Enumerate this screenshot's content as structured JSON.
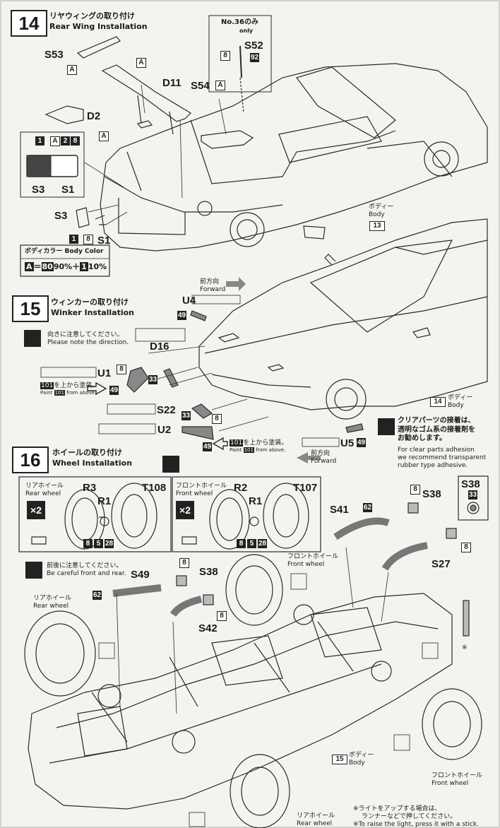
{
  "step14": {
    "number": "14",
    "title_jp": "リヤウィングの取り付け",
    "title_en": "Rear Wing Installation",
    "no36_label": "No.36のみ",
    "no36_only": "only",
    "parts": {
      "s53": "S53",
      "d11": "D11",
      "s54": "S54",
      "s52": "S52",
      "d2": "D2",
      "s3": "S3",
      "s1": "S1",
      "s3b": "S3",
      "s1b": "S1"
    },
    "badges": {
      "a1": "A",
      "a2": "A",
      "a3": "A",
      "a4": "A",
      "b8a": "8",
      "b92": "92",
      "b1": "1",
      "bA": "A",
      "b2": "2",
      "b8": "8",
      "b1b": "1",
      "b8b": "8",
      "b13": "13"
    },
    "body_jp": "ボディー",
    "body_en": "Body",
    "color_title": "ボディカラー  Body Color",
    "color_formula_a": "A",
    "color_eq": "＝",
    "color_80": "80",
    "color_90": "90%＋",
    "color_1": "1",
    "color_10": "10%"
  },
  "step15": {
    "number": "15",
    "title_jp": "ウィンカーの取り付け",
    "title_en": "Winker Installation",
    "forward_jp": "前方向",
    "forward_en": "Forward",
    "note_jp": "向きに注意してください。",
    "note_en": "Please note the direction.",
    "parts": {
      "u4": "U4",
      "d16": "D16",
      "u1": "U1",
      "s22": "S22",
      "u2": "U2",
      "u5": "U5"
    },
    "badges": {
      "b49a": "49",
      "b8a": "8",
      "b33a": "33",
      "b49b": "49",
      "b33b": "33",
      "b8b": "8",
      "b49c": "49",
      "b49d": "49",
      "b14": "14"
    },
    "paint1_a": "101",
    "paint1_jp": "を上から塗装。",
    "paint1_en_a": "Paint",
    "paint1_en_b": "101",
    "paint1_en_c": "from above.",
    "paint2_a": "101",
    "paint2_jp": "を上から塗装。",
    "paint2_en_a": "Paint",
    "paint2_en_b": "101",
    "paint2_en_c": "from above.",
    "forward2_jp": "前方向",
    "forward2_en": "Forward",
    "body_jp": "ボディー",
    "body_en": "Body",
    "clear_jp1": "クリアパーツの接着は、",
    "clear_jp2": "透明なゴム系の接着剤を",
    "clear_jp3": "お勧めします。",
    "clear_en1": "For clear parts adhesion",
    "clear_en2": "we recommend transparent",
    "clear_en3": "rubber type adhesive."
  },
  "step16": {
    "number": "16",
    "title_jp": "ホイールの取り付け",
    "title_en": "Wheel Installation",
    "rear_jp": "リアホイール",
    "rear_en": "Rear wheel",
    "front_jp": "フロントホイール",
    "front_en": "Front wheel",
    "x2a": "×2",
    "x2b": "×2",
    "parts": {
      "r3": "R3",
      "t108": "T108",
      "r1a": "R1",
      "r2": "R2",
      "t107": "T107",
      "r1b": "R1",
      "s38a": "S38",
      "s41": "S41",
      "s27": "S27",
      "s49": "S49",
      "s38b": "S38",
      "s42": "S42",
      "s38c": "S38"
    },
    "badges": {
      "r8": "8",
      "r5": "5",
      "r28": "28",
      "f8": "8",
      "f5": "5",
      "f28": "28",
      "c33": "33",
      "b8a": "8",
      "b8b": "8",
      "b62a": "62",
      "b8c": "8",
      "b8d": "8",
      "b62b": "62",
      "b15": "15"
    },
    "note_jp": "前後に注意してください。",
    "note_en": "Be careful front and rear.",
    "front_wheel_jp": "フロントホイール",
    "front_wheel_en": "Front wheel",
    "rear_wheel_jp": "リアホイール",
    "rear_wheel_en": "Rear wheel",
    "front_wheel2_jp": "フロントホイール",
    "front_wheel2_en": "Front wheel",
    "rear_wheel2_jp": "リアホイール",
    "rear_wheel2_en": "Rear wheel",
    "body_jp": "ボディー",
    "body_en": "Body",
    "light_jp": "※ライトをアップする場合は、",
    "light_jp2": "ランナーなどで押してください。",
    "light_en": "※To raise the light, press it with a stick.",
    "asterisk": "※"
  }
}
